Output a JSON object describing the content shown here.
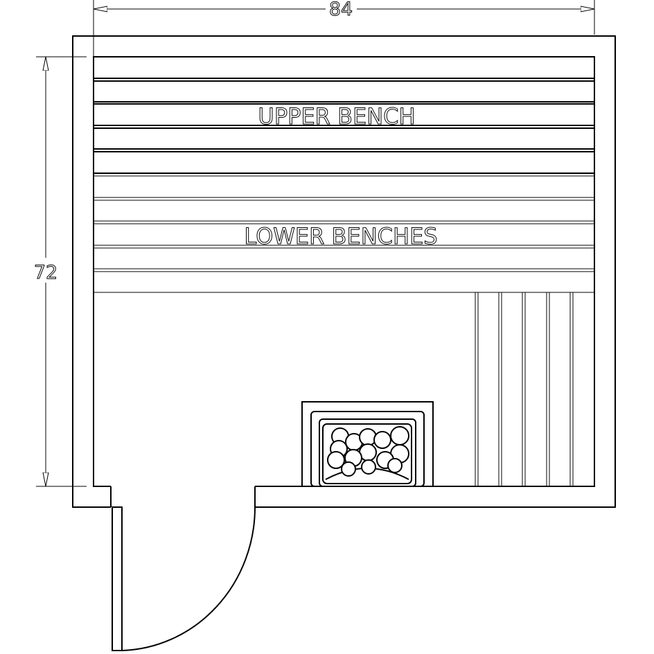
{
  "dimensions": {
    "width": "84",
    "height": "72"
  },
  "labels": {
    "upper_bench": "UPPER BENCH",
    "lower_benches": "LOWER BENCHES"
  },
  "colors": {
    "line": "#000000",
    "background": "#ffffff"
  }
}
